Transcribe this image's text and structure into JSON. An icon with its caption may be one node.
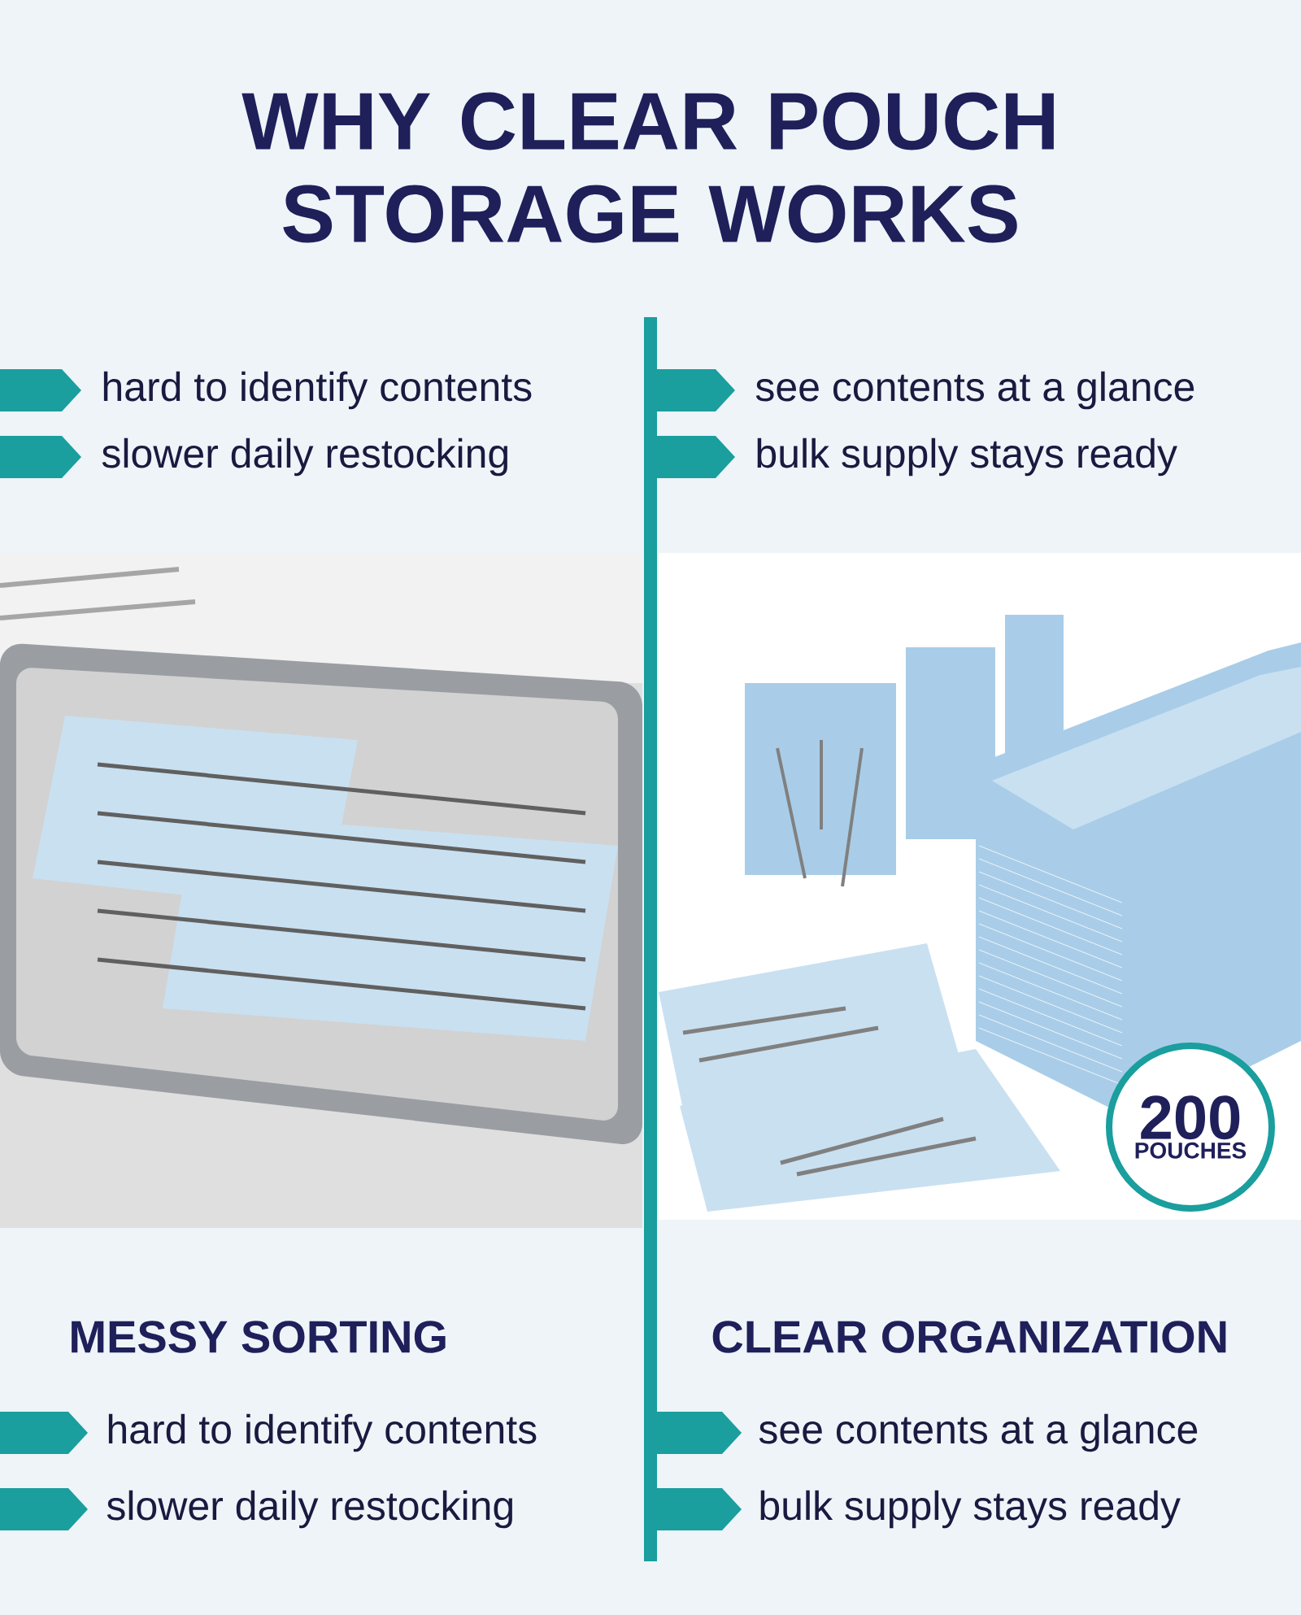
{
  "diagram": {
    "title": "WHY CLEAR POUCH STORAGE WORKS",
    "nodes": [
      {
        "text": [
          "200",
          "POUCHES"
        ]
      }
    ],
    "labels": [
      "hard to identify contents",
      "see contents at a glance",
      "slower daily restocking",
      "bulk supply stays ready",
      "MESSY SORTING",
      "CLEAR ORGANIZATION",
      "hard to identify contents",
      "see contents at a glance",
      "slower daily restocking",
      "bulk supply stays ready"
    ]
  }
}
